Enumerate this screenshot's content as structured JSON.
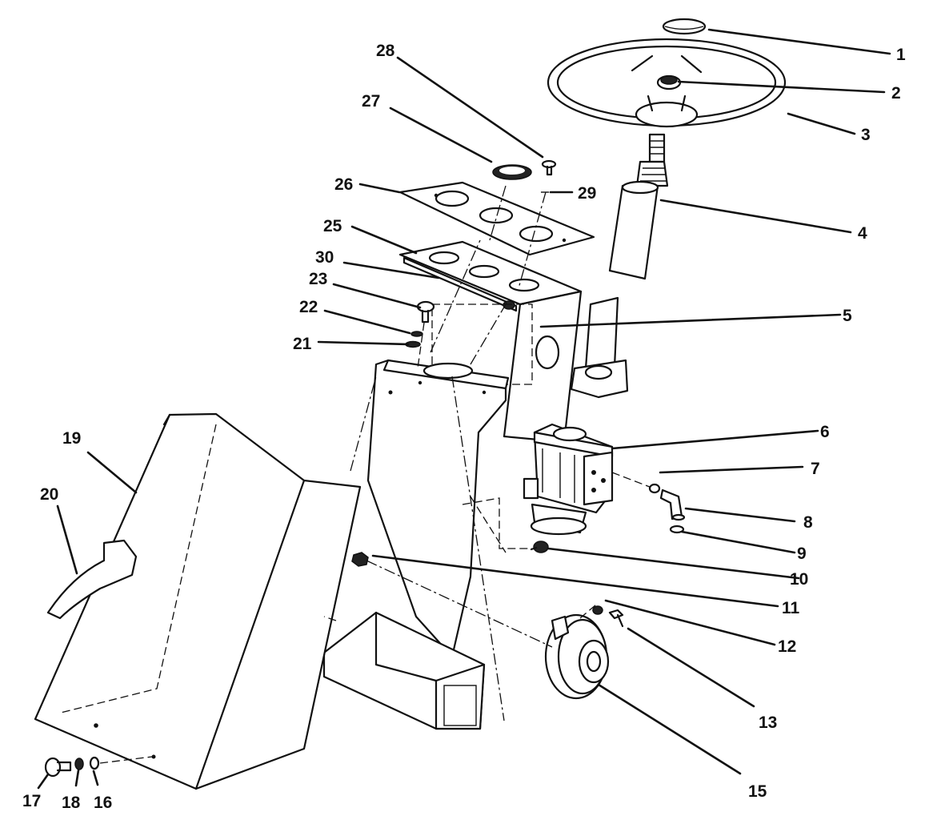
{
  "callouts": {
    "c1": "1",
    "c2": "2",
    "c3": "3",
    "c4": "4",
    "c5": "5",
    "c6": "6",
    "c7": "7",
    "c8": "8",
    "c9": "9",
    "c10": "10",
    "c11": "11",
    "c12": "12",
    "c13": "13",
    "c15": "15",
    "c16": "16",
    "c17": "17",
    "c18": "18",
    "c19": "19",
    "c20": "20",
    "c21": "21",
    "c22": "22",
    "c23": "23",
    "c25": "25",
    "c26": "26",
    "c27": "27",
    "c28": "28",
    "c29": "29",
    "c30": "30"
  }
}
